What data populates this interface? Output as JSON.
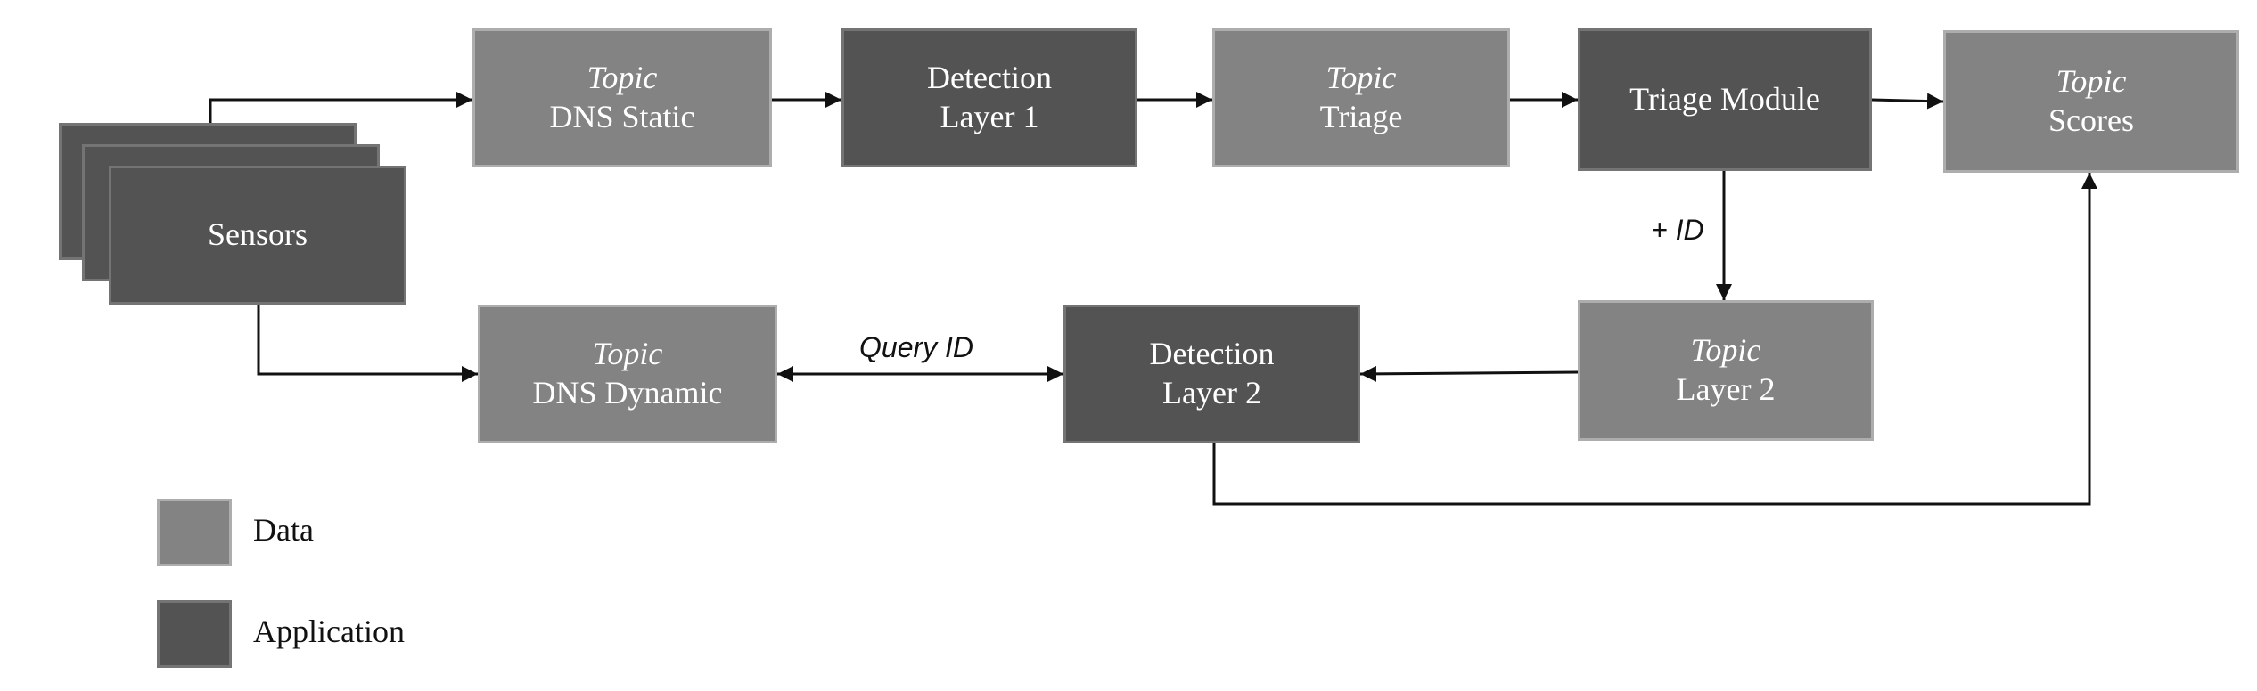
{
  "nodes": {
    "sensors": {
      "label": "Sensors",
      "kind": "application"
    },
    "dns_static": {
      "topic": "Topic",
      "label": "DNS Static",
      "kind": "data"
    },
    "detection_layer1": {
      "label_line1": "Detection",
      "label_line2": "Layer 1",
      "kind": "application"
    },
    "triage_topic": {
      "topic": "Topic",
      "label": "Triage",
      "kind": "data"
    },
    "triage_module": {
      "label": "Triage Module",
      "kind": "application"
    },
    "scores": {
      "topic": "Topic",
      "label": "Scores",
      "kind": "data"
    },
    "dns_dynamic": {
      "topic": "Topic",
      "label": "DNS Dynamic",
      "kind": "data"
    },
    "detection_layer2": {
      "label_line1": "Detection",
      "label_line2": "Layer 2",
      "kind": "application"
    },
    "layer2_topic": {
      "topic": "Topic",
      "label": "Layer 2",
      "kind": "data"
    }
  },
  "edges": [
    {
      "from": "sensors",
      "to": "dns_static"
    },
    {
      "from": "dns_static",
      "to": "detection_layer1"
    },
    {
      "from": "detection_layer1",
      "to": "triage_topic"
    },
    {
      "from": "triage_topic",
      "to": "triage_module"
    },
    {
      "from": "triage_module",
      "to": "scores"
    },
    {
      "from": "triage_module",
      "to": "layer2_topic",
      "label": "+ ID"
    },
    {
      "from": "layer2_topic",
      "to": "detection_layer2"
    },
    {
      "from": "dns_dynamic",
      "to": "detection_layer2",
      "label": "Query ID",
      "bidirectional": true
    },
    {
      "from": "sensors",
      "to": "dns_dynamic"
    },
    {
      "from": "detection_layer2",
      "to": "scores"
    }
  ],
  "edge_labels": {
    "plus_id": "+ ID",
    "query_id": "Query ID"
  },
  "legend": {
    "data_label": "Data",
    "application_label": "Application"
  },
  "colors": {
    "data_fill": "#838383",
    "application_fill": "#535353",
    "line": "#111111",
    "text_on_box": "#ffffff"
  }
}
